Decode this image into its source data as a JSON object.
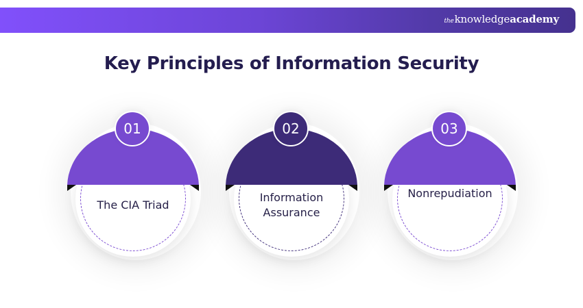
{
  "header": {
    "brand": {
      "prefix": "the",
      "word1": "knowledge",
      "word2": "academy"
    },
    "gradient_colors": [
      "#8150fb",
      "#45318f"
    ]
  },
  "title": "Key Principles of Information Security",
  "colors": {
    "violet": "#774ad0",
    "indigo": "#3d2b78",
    "text_dark": "#262048",
    "title": "#241d4f"
  },
  "principles": [
    {
      "number": "01",
      "label": "The CIA Triad",
      "color": "#774ad0"
    },
    {
      "number": "02",
      "label": "Information Assurance",
      "color": "#3d2b78"
    },
    {
      "number": "03",
      "label": "Nonrepudiation",
      "color": "#774ad0"
    }
  ]
}
